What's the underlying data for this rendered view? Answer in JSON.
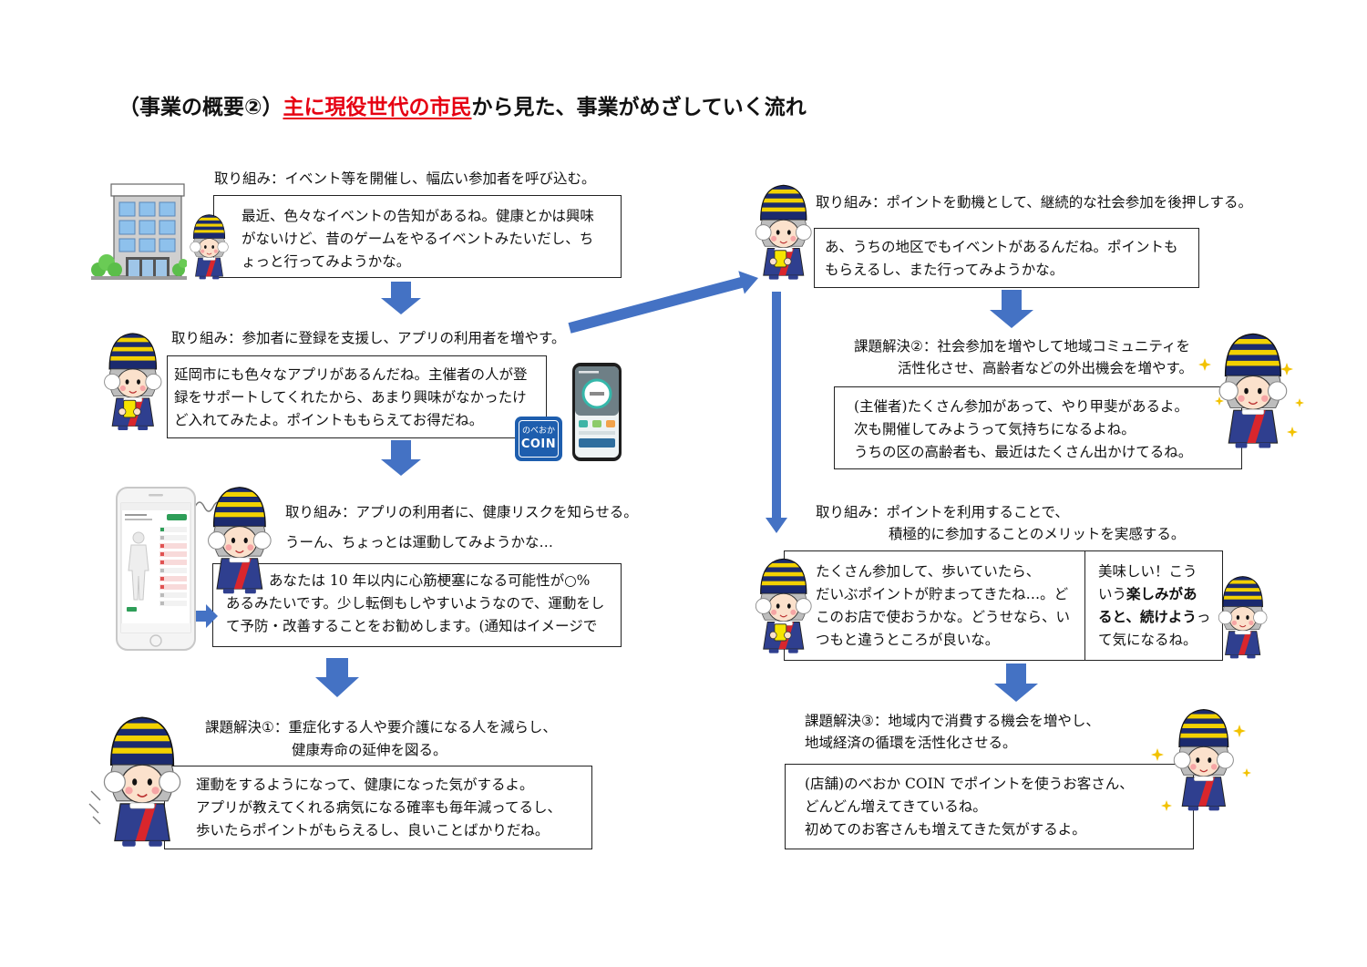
{
  "colors": {
    "arrow": "#4472C4",
    "title_highlight": "#E60012",
    "mascot_hat_navy": "#1B2A6E",
    "mascot_hat_yellow": "#F2D100",
    "coin_logo": "#1E5EAE"
  },
  "icons": [
    "building-illustration",
    "mascot-illustration",
    "smartphone-health-screen",
    "app-screen-phone",
    "coin-logo-icon",
    "sparkle-icon",
    "down-arrow-icon",
    "thinking-squiggle-icon"
  ],
  "title": {
    "prefix": "（事業の概要②）",
    "highlight": "主に現役世代の市民",
    "suffix": "から見た、事業がめざしていく流れ"
  },
  "step1": {
    "heading": "取り組み：イベント等を開催し、幅広い参加者を呼び込む。",
    "lines": [
      "最近、色々なイベントの告知があるね。健康とかは興味",
      "がないけど、昔のゲームをやるイベントみたいだし、ち",
      "ょっと行ってみようかな。"
    ]
  },
  "step2": {
    "heading": "取り組み：参加者に登録を支援し、アプリの利用者を増やす。",
    "lines": [
      "延岡市にも色々なアプリがあるんだね。主催者の人が登",
      "録をサポートしてくれたから、あまり興味がなかったけ",
      "ど入れてみたよ。ポイントももらえてお得だね。"
    ]
  },
  "step3": {
    "heading": "取り組み：アプリの利用者に、健康リスクを知らせる。",
    "thought": "うーん、ちょっとは運動してみようかな…",
    "lines": [
      "あなたは 10 年以内に心筋梗塞になる可能性が○%",
      "あるみたいです。少し転倒もしやすいようなので、運動をし",
      "て予防・改善することをお勧めします。(通知はイメージで"
    ]
  },
  "solution1": {
    "heading": [
      "課題解決①：重症化する人や要介護になる人を減らし、",
      "健康寿命の延伸を図る。"
    ],
    "lines": [
      "運動をするようになって、健康になった気がするよ。",
      "アプリが教えてくれる病気になる確率も毎年減ってるし、",
      "歩いたらポイントがもらえるし、良いことばかりだね。"
    ]
  },
  "step4": {
    "heading": "取り組み：ポイントを動機として、継続的な社会参加を後押しする。",
    "lines": [
      "あ、うちの地区でもイベントがあるんだね。ポイントも",
      "もらえるし、また行ってみようかな。"
    ]
  },
  "solution2": {
    "heading": [
      "課題解決②：社会参加を増やして地域コミュニティを",
      "活性化させ、高齢者などの外出機会を増やす。"
    ],
    "lines": [
      "(主催者)たくさん参加があって、やり甲斐があるよ。",
      "次も開催してみようって気持ちになるよね。",
      "うちの区の高齢者も、最近はたくさん出かけてるね。"
    ]
  },
  "step5": {
    "heading": [
      "取り組み：ポイントを利用することで、",
      "積極的に参加することのメリットを実感する。"
    ],
    "lines_left": [
      "たくさん参加して、歩いていたら、",
      "だいぶポイントが貯まってきたね…。ど",
      "このお店で使おうかな。どうせなら、い",
      "つもと違うところが良いな。"
    ],
    "right": {
      "line1": "美味しい！こう",
      "line2_plain": "いう",
      "line2_bold": "楽しみがあ",
      "line3_bold": "ると、続けよう",
      "line3_plain": "っ",
      "line4": "て気になるね。"
    }
  },
  "solution3": {
    "heading": [
      "課題解決③：地域内で消費する機会を増やし、",
      "地域経済の循環を活性化させる。"
    ],
    "lines": [
      "(店舗)のべおか COIN でポイントを使うお客さん、",
      "どんどん増えてきているね。",
      "初めてのお客さんも増えてきた気がするよ。"
    ]
  },
  "app_logo": {
    "line1": "のべおか",
    "line2": "COIN"
  }
}
